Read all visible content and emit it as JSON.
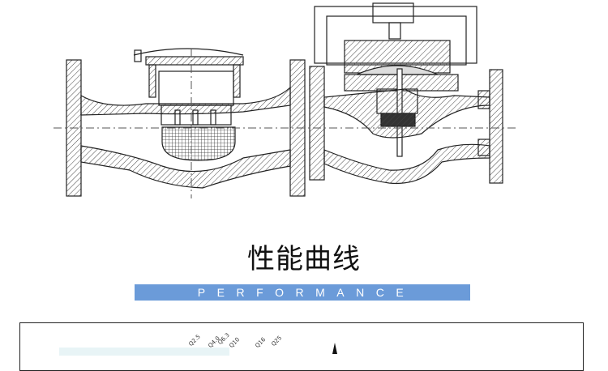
{
  "section": {
    "title": "性能曲线",
    "subtitle": "PERFORMANCE CURVE",
    "band_color": "#6b9bd9"
  },
  "chart_preview": {
    "labels": [
      "Q2.5",
      "Q4.0",
      "Q6.3",
      "Q10",
      "Q16",
      "Q25"
    ]
  }
}
